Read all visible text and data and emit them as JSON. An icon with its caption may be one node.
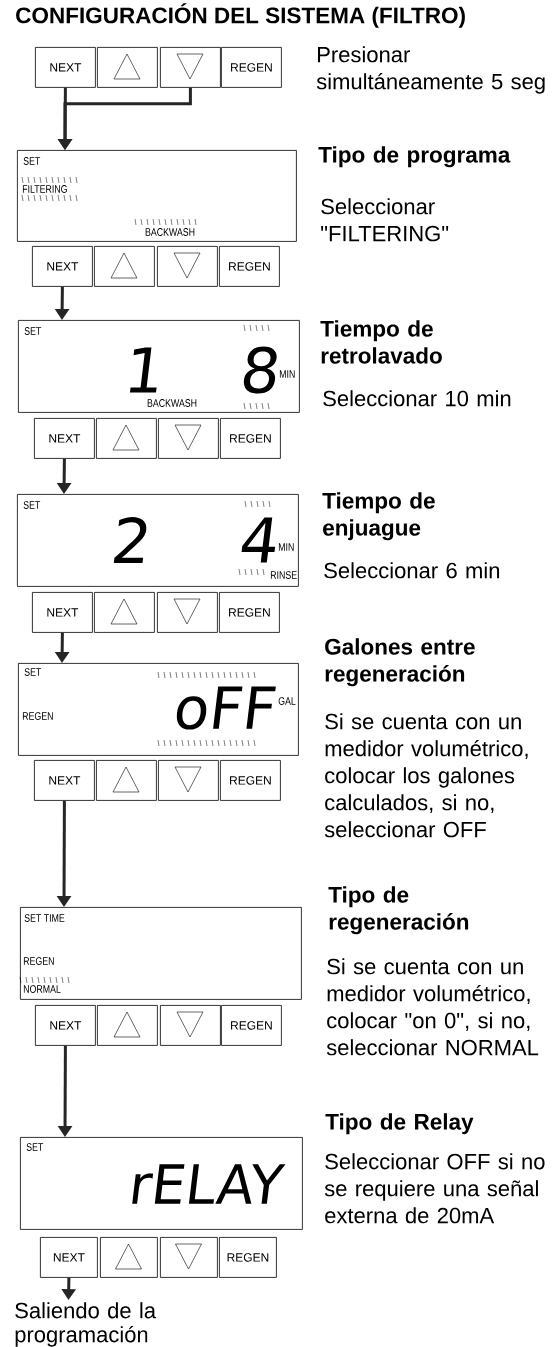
{
  "diagram": {
    "title": "CONFIGURACIÓN DEL SISTEMA (FILTRO)",
    "nodes": [
      {
        "text": [
          "NEXT"
        ]
      },
      {
        "text": [],
        "shape": "box"
      },
      {
        "text": [],
        "shape": "box"
      },
      {
        "text": [
          "REGEN"
        ]
      },
      {
        "text": [
          "SET",
          "FILTERING",
          "BACKWASH"
        ],
        "beside": [
          "Tipo de programa",
          "Seleccionar \"FILTERING\""
        ]
      },
      {
        "text": [
          "NEXT"
        ]
      },
      {
        "text": [],
        "shape": "box"
      },
      {
        "text": [],
        "shape": "box"
      },
      {
        "text": [
          "REGEN"
        ]
      },
      {
        "text": [
          "SET",
          "1",
          "8",
          "MIN",
          "BACKWASH"
        ],
        "beside": [
          "Tiempo de retrolavado",
          "Seleccionar 10 min"
        ]
      },
      {
        "text": [
          "NEXT"
        ]
      },
      {
        "text": [],
        "shape": "box"
      },
      {
        "text": [],
        "shape": "box"
      },
      {
        "text": [
          "REGEN"
        ]
      },
      {
        "text": [
          "SET",
          "2",
          "4",
          "MIN",
          "RINSE"
        ],
        "beside": [
          "Tiempo de enjuague",
          "Seleccionar 6 min"
        ]
      },
      {
        "text": [
          "NEXT"
        ]
      },
      {
        "text": [],
        "shape": "box"
      },
      {
        "text": [],
        "shape": "box"
      },
      {
        "text": [
          "REGEN"
        ]
      },
      {
        "text": [
          "SET",
          "REGEN",
          "oFF",
          "GAL"
        ],
        "beside": [
          "Galones entre regeneración",
          "Si se cuenta con un medidor volumétrico, colocar los galones calculados, si no, seleccionar OFF"
        ]
      },
      {
        "text": [
          "NEXT"
        ]
      },
      {
        "text": [],
        "shape": "box"
      },
      {
        "text": [],
        "shape": "box"
      },
      {
        "text": [
          "REGEN"
        ]
      },
      {
        "text": [
          "SET TIME",
          "REGEN",
          "NORMAL"
        ],
        "beside": [
          "Tipo de regeneración",
          "Si se cuenta con un medidor volumétrico, colocar \"on 0\", si no, seleccionar NORMAL"
        ]
      },
      {
        "text": [
          "NEXT"
        ]
      },
      {
        "text": [],
        "shape": "box"
      },
      {
        "text": [],
        "shape": "box"
      },
      {
        "text": [
          "REGEN"
        ]
      },
      {
        "text": [
          "SET",
          "rELAY"
        ],
        "beside": [
          "Tipo de Relay",
          "Seleccionar OFF si no se requiere una señal externa de 20mA"
        ]
      },
      {
        "text": [
          "NEXT"
        ]
      },
      {
        "text": [],
        "shape": "box"
      },
      {
        "text": [],
        "shape": "box"
      },
      {
        "text": [
          "REGEN"
        ]
      },
      {
        "text": [
          "Saliendo de la programación"
        ]
      }
    ],
    "edges": [
      {
        "from": 0,
        "to": 4,
        "arrow": "to"
      },
      {
        "from": 2,
        "to": 4,
        "arrow": "to"
      },
      {
        "from": 5,
        "to": 9,
        "arrow": "to"
      },
      {
        "from": 10,
        "to": 14,
        "arrow": "to"
      },
      {
        "from": 15,
        "to": 19,
        "arrow": "to"
      },
      {
        "from": 20,
        "to": 24,
        "arrow": "to"
      },
      {
        "from": 25,
        "to": 29,
        "arrow": "to"
      },
      {
        "from": 30,
        "to": 34,
        "arrow": "to"
      }
    ],
    "labels": [
      "Presionar simultáneamente 5 seg"
    ]
  }
}
